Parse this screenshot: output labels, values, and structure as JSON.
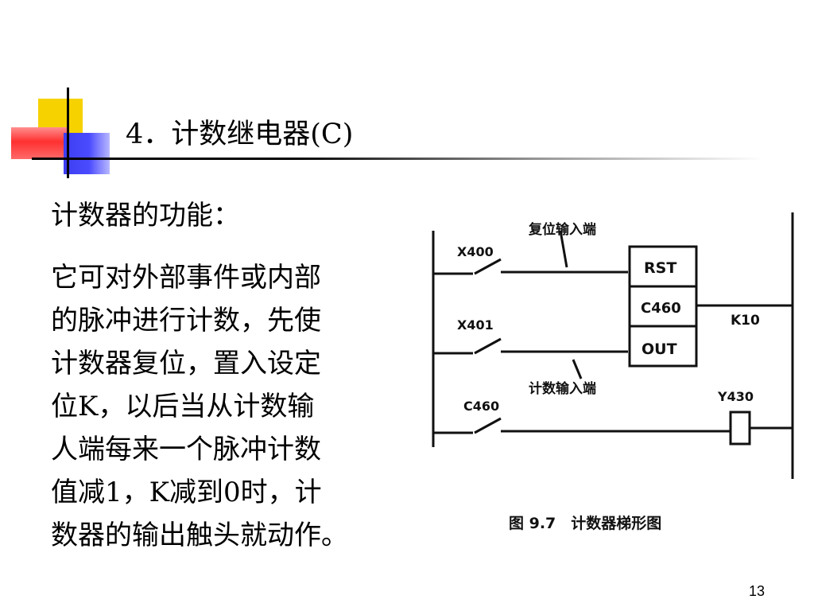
{
  "slide": {
    "title": "4．计数继电器(C)",
    "subtitle": "计数器的功能：",
    "body_lines": [
      "它可对外部事件或内部",
      "的脉冲进行计数，先使",
      "计数器复位，置入设定",
      "位K，以后当从计数输",
      "人端每来一个脉冲计数",
      "值减1，K减到0时，计",
      "数器的输出触头就动作。"
    ],
    "page_number": "13"
  },
  "diagram": {
    "reset_input_label": "复位输入端",
    "count_input_label": "计数输入端",
    "contact_reset": "X400",
    "contact_count": "X401",
    "contact_counter": "C460",
    "box_rst": "RST",
    "box_counter": "C460",
    "box_out": "OUT",
    "preset": "K10",
    "output_coil": "Y430",
    "caption": "图 9.7　计数器梯形图"
  }
}
